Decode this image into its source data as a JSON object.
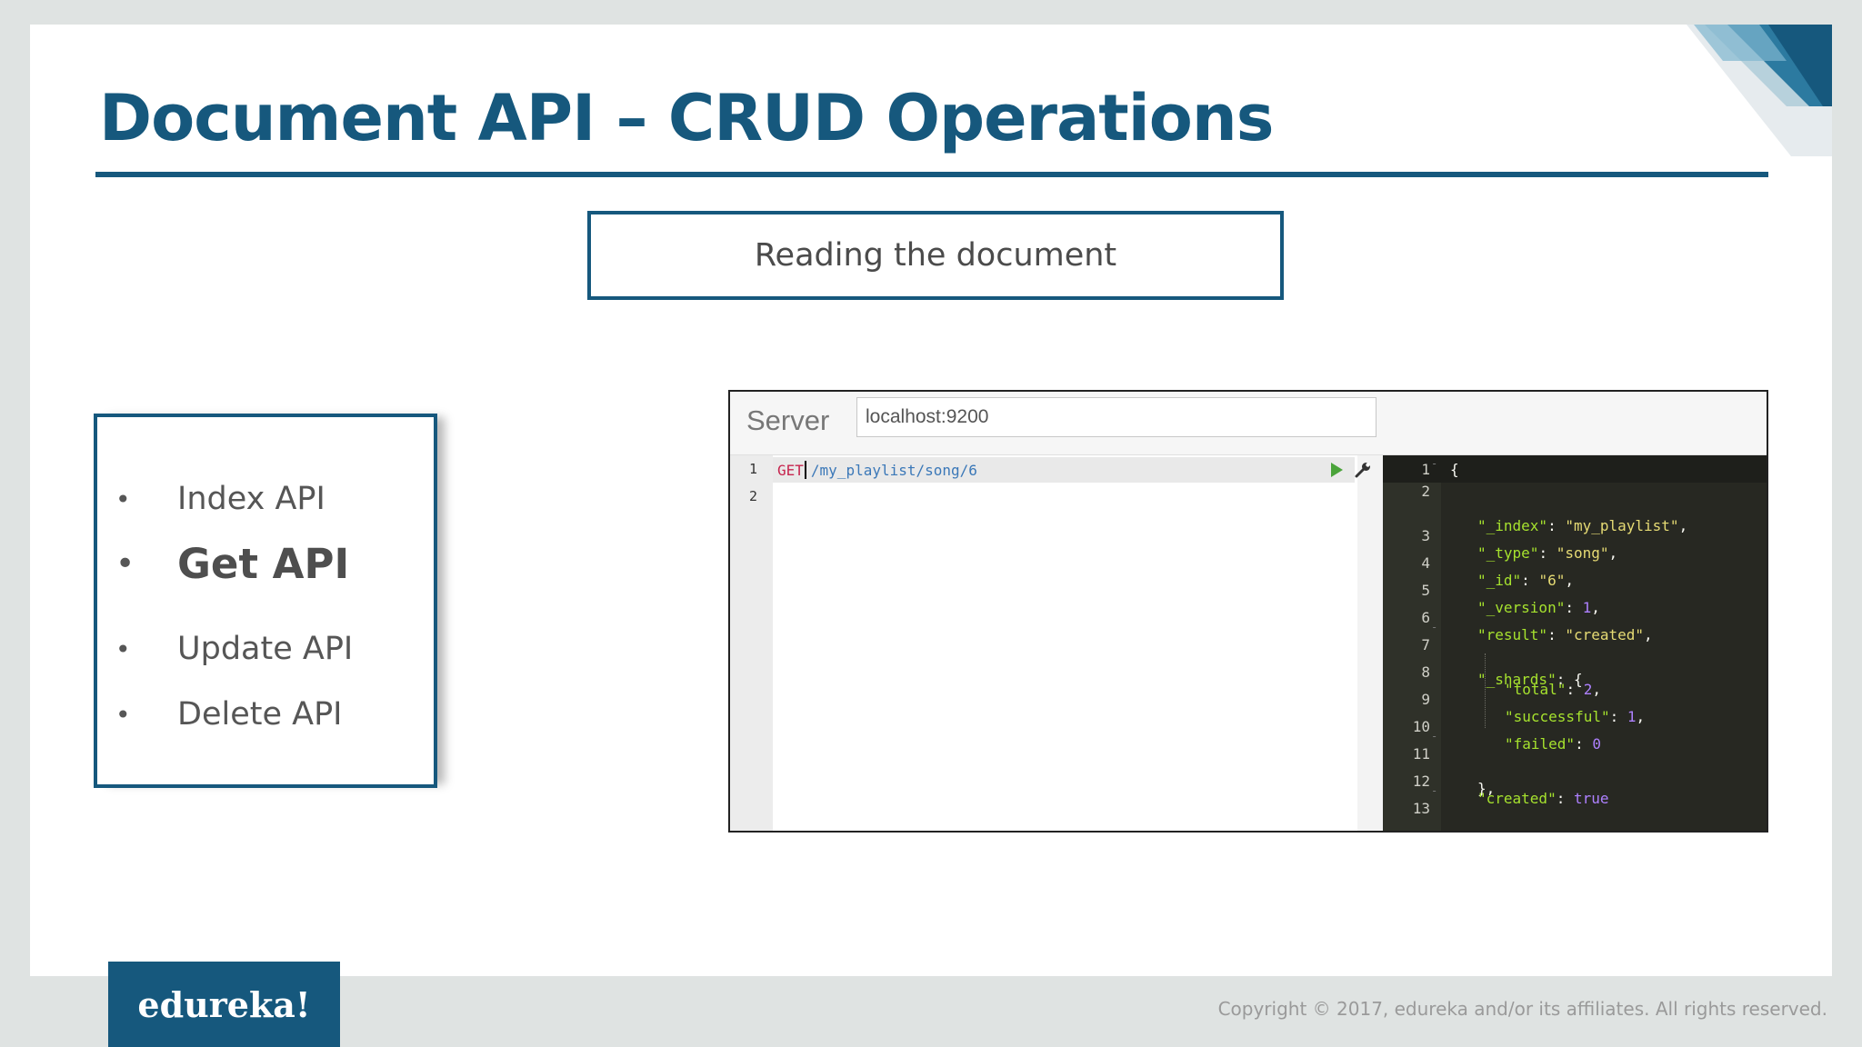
{
  "slide": {
    "title": "Document API – CRUD Operations",
    "subtitle": "Reading the document"
  },
  "api_list": {
    "items": [
      {
        "label": "Index API",
        "active": false
      },
      {
        "label": "Get API",
        "active": true
      },
      {
        "label": "Update API",
        "active": false
      },
      {
        "label": "Delete API",
        "active": false
      }
    ]
  },
  "console": {
    "server_label": "Server",
    "server_value": "localhost:9200",
    "request": {
      "line_numbers": [
        "1",
        "2"
      ],
      "method": "GET",
      "path": "/my_playlist/song/6"
    },
    "response": {
      "line_numbers": [
        "1",
        "2",
        "3",
        "4",
        "5",
        "6",
        "7",
        "8",
        "9",
        "10",
        "11",
        "12",
        "13"
      ],
      "lines": {
        "l1": "{",
        "index_key": "\"_index\"",
        "index_val": "\"my_playlist\"",
        "type_key": "\"_type\"",
        "type_val": "\"song\"",
        "id_key": "\"_id\"",
        "id_val": "\"6\"",
        "version_key": "\"_version\"",
        "version_val": "1",
        "result_key": "\"result\"",
        "result_val": "\"created\"",
        "shards_key": "\"_shards\"",
        "total_key": "\"total\"",
        "total_val": "2",
        "successful_key": "\"successful\"",
        "successful_val": "1",
        "failed_key": "\"failed\"",
        "failed_val": "0",
        "l11": "},",
        "created_key": "\"created\"",
        "created_val": "true",
        "l13": "}"
      }
    }
  },
  "footer": {
    "logo": "edureka!",
    "copyright": "Copyright © 2017, edureka and/or its affiliates. All rights reserved."
  },
  "colors": {
    "brand": "#16587d",
    "output_bg": "#272822",
    "key_green": "#a6e22e",
    "string_yellow": "#e6db74",
    "number_purple": "#ae81ff"
  },
  "icons": [
    "play-icon",
    "wrench-icon",
    "bullet-icon",
    "fold-arrow-icon"
  ]
}
